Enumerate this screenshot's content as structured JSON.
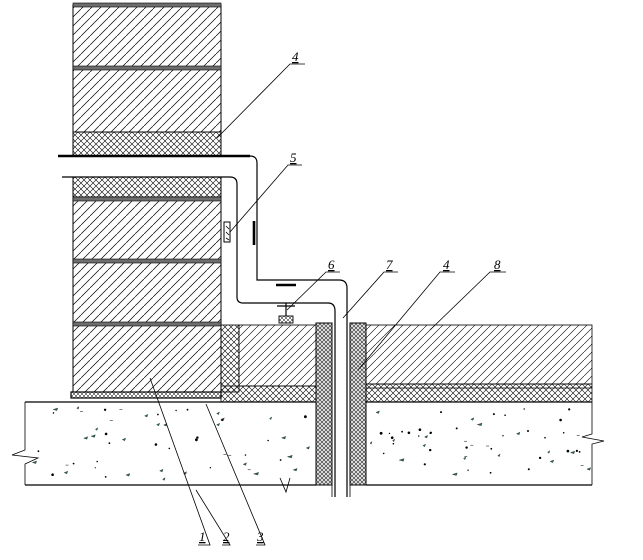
{
  "callouts": {
    "c1": "1",
    "c2": "2",
    "c3": "3",
    "c4a": "4",
    "c4b": "4",
    "c5": "5",
    "c6": "6",
    "c7": "7",
    "c8": "8"
  },
  "colors": {
    "line": "#000000",
    "concrete_dot": "#2b6b5a",
    "membrane": "#6e6e6e",
    "insulation_fill": "#d9d9d9",
    "background": "#ffffff"
  }
}
